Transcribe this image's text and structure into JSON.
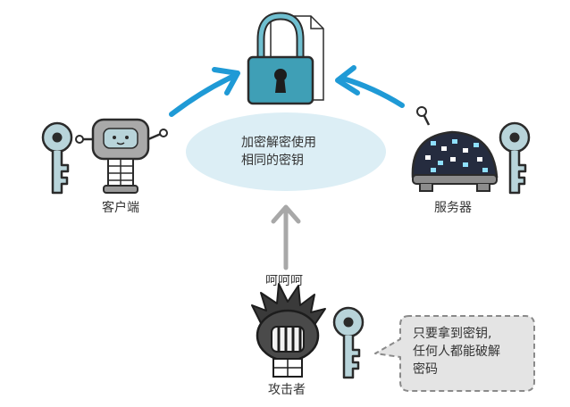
{
  "diagram": {
    "center_bubble": {
      "lines": [
        "加密解密使用",
        "相同的密钥"
      ]
    },
    "client": {
      "label": "客户端"
    },
    "server": {
      "label": "服务器"
    },
    "attacker": {
      "label": "攻击者",
      "laugh": "呵呵呵",
      "speech_lines": [
        "只要拿到密钥,",
        "任何人都能破解",
        "密码"
      ]
    },
    "colors": {
      "key_fill": "#b8d4da",
      "ellipse_fill": "#dceef5",
      "blue_arrow": "#1f9ad6",
      "gray_arrow": "#a8a8a8",
      "lock_fill": "#3f9fb6",
      "outline": "#2b2b2b"
    },
    "icons": [
      "document-icon",
      "padlock-icon",
      "key-icon",
      "robot-client-icon",
      "robot-server-icon",
      "spiky-attacker-icon"
    ]
  }
}
